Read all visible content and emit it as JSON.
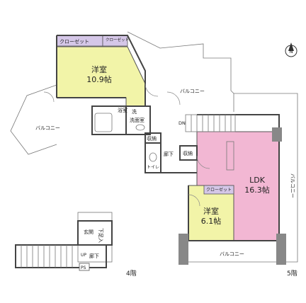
{
  "rooms": {
    "western1": {
      "name": "洋室",
      "size": "10.9帖"
    },
    "closet1": "クローゼット",
    "closet2": "クローゼット",
    "bath": "浴室",
    "wash": "洗",
    "washroom": "洗面室",
    "storage1": "収納",
    "storage2": "収納",
    "hall": "廊下",
    "toilet": "トイレ",
    "ldk": {
      "name": "LDK",
      "size": "16.3帖"
    },
    "closet3": "クローゼット",
    "western2": {
      "name": "洋室",
      "size": "6.1帖"
    },
    "balcony_top": "バルコニー",
    "balcony_left": "バルコニー",
    "balcony_right": "バルコニー",
    "balcony_bottom": "バルコニー",
    "entrance": "玄関",
    "shoebox": "下足入",
    "hall4": "廊下",
    "ps": "PS"
  },
  "stairs": {
    "down": "DN",
    "up": "UP"
  },
  "floors": {
    "floor4": "4階",
    "floor5": "5階"
  },
  "compass": "N"
}
